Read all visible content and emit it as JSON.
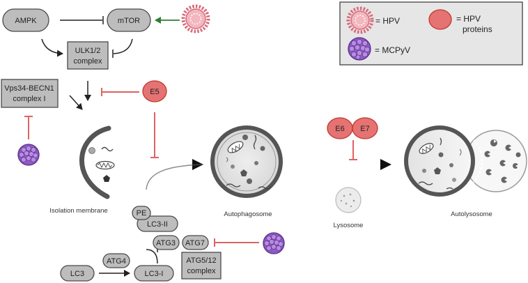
{
  "nodes": {
    "ampk": "AMPK",
    "mtor": "mTOR",
    "ulk_line1": "ULK1/2",
    "ulk_line2": "complex",
    "vps_line1": "Vps34-BECN1",
    "vps_line2": "complex I",
    "e5": "E5",
    "e6": "E6",
    "e7": "E7",
    "pe": "PE",
    "lc3ii": "LC3-II",
    "atg3": "ATG3",
    "atg7": "ATG7",
    "atg4": "ATG4",
    "lc3": "LC3",
    "lc3i": "LC3-I",
    "atg512_line1": "ATG5/12",
    "atg512_line2": "complex"
  },
  "captions": {
    "isolation_membrane": "Isolation membrane",
    "autophagosome": "Autophagosome",
    "lysosome": "Lysosome",
    "autolysosome": "Autolysosome"
  },
  "legend": {
    "hpv": "= HPV",
    "hpv_proteins_line1": "= HPV",
    "hpv_proteins_line2": "proteins",
    "mcpyv": "= MCPyV"
  },
  "colors": {
    "hpv": "#d96a7a",
    "hpv_protein": "#e57373",
    "mcpyv": "#8e5bc4",
    "node": "#bdbdbd",
    "activation_arrow": "#2e7d32",
    "inhibition": "#d32f2f"
  }
}
